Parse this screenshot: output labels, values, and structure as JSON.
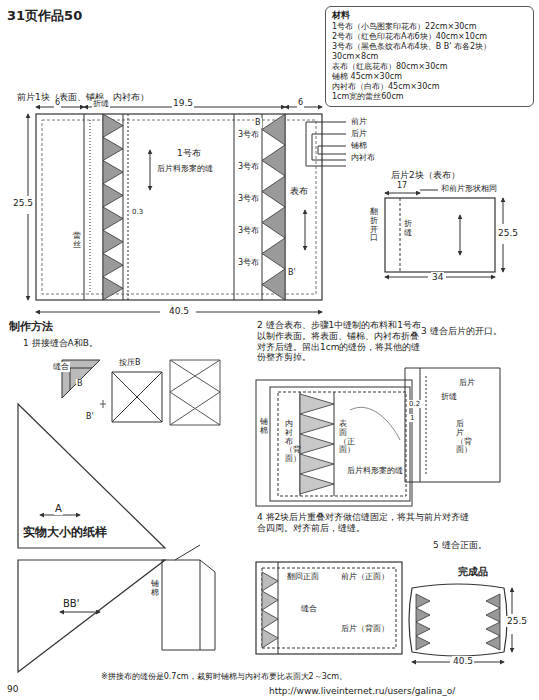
{
  "diagram": {
    "title": "31页作品50",
    "nodes": [
      {
        "text": [
          "材料",
          "1号布（小鸟图案印花布）22cm×30cm",
          "2号布（红色印花布A布6块）40cm×10cm",
          "3号布（黑色条纹布A布4块、B B' 布各2块）30cm×8cm",
          "表布（红底花布）80cm×30cm",
          "铺棉 45cm×30cm",
          "内衬布（白布）45cm×30cm",
          "1cm宽的蕾丝60cm"
        ]
      }
    ],
    "labels": [
      "前片1块（表面、铺棉、内衬布）",
      "折缝",
      "6",
      "19.5",
      "6",
      "1号布",
      "后片料形案的缝",
      "0.3",
      "蕾丝",
      "25.5",
      "40.5",
      "表布",
      "A",
      "B",
      "B'",
      "3号布",
      "3号布",
      "3号布",
      "3号布",
      "3号布",
      "前片",
      "后片",
      "铺棉",
      "内衬布",
      "后片2块（表布）",
      "17",
      "和前片形状相同",
      "翻折开口",
      "折缝",
      "25.5",
      "34",
      "制作方法",
      "1 拼接缝合A和B。",
      "缝合",
      "B",
      "按压B",
      "B'",
      "A",
      "实物大小的纸样",
      "BB'",
      "2 缝合表布、步骤1中缝制的布料和1号布以制作表面。将表面、铺棉、内衬布折叠对齐后缝。留出1cm的缝份，将其他的缝份整齐剪掉。",
      "铺棉",
      "内衬布（背面）",
      "表面（正面）",
      "后片料形案的缝",
      "3 缝合后片的开口。",
      "后片",
      "折缝",
      "0.2",
      "1",
      "后片（背面）",
      "4 将2块后片重叠对齐做信缝固定，将其与前片对齐缝合四周。对齐前后，缝缝。",
      "翻回正面",
      "前片（正面）",
      "缝合",
      "后片（背面）",
      "铺棉",
      "5 缝合正面。",
      "完成品",
      "25.5",
      "40.5",
      "※拼接布的缝份是0.7cm，裁剪时铺棉与内衬布要比表面大2～3cm。",
      "90",
      "http://www.liveinternet.ru/users/galina_o/"
    ]
  }
}
